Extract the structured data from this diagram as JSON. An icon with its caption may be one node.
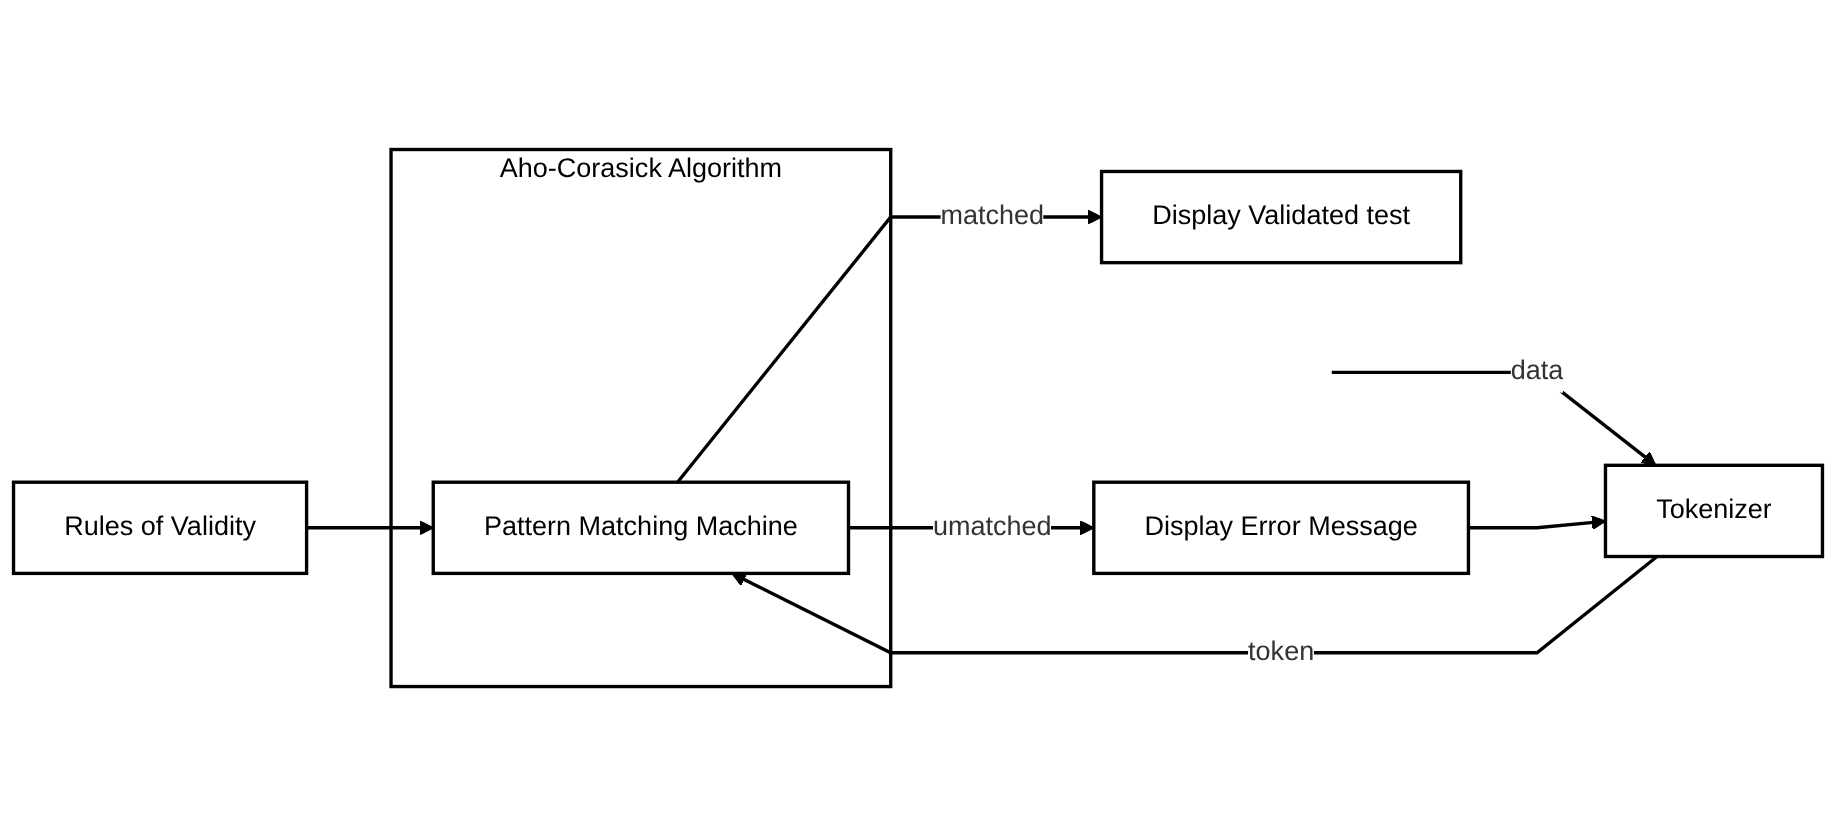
{
  "diagram": {
    "nodes": [
      {
        "text": [
          "Aho-Corasick Algorithm"
        ]
      },
      {
        "text": [
          "Rules of Validity"
        ]
      },
      {
        "text": [
          "Display Validated test"
        ]
      },
      {
        "text": [
          "Tokenizer"
        ]
      },
      {
        "text": [
          "Pattern Matching Machine"
        ],
        "in": 0
      },
      {
        "text": [
          "Display Error Message"
        ]
      }
    ],
    "edges": [
      {
        "from": null,
        "to": 3,
        "arrow": "to",
        "label": "data"
      },
      {
        "from": 3,
        "to": 4,
        "arrow": "to",
        "label": "token"
      },
      {
        "from": 1,
        "to": 4,
        "arrow": "to"
      },
      {
        "from": 4,
        "to": 2,
        "arrow": "to",
        "label": "matched"
      },
      {
        "from": 4,
        "to": 5,
        "arrow": "to",
        "label": "umatched"
      },
      {
        "from": 5,
        "to": 3,
        "arrow": "to"
      }
    ]
  }
}
